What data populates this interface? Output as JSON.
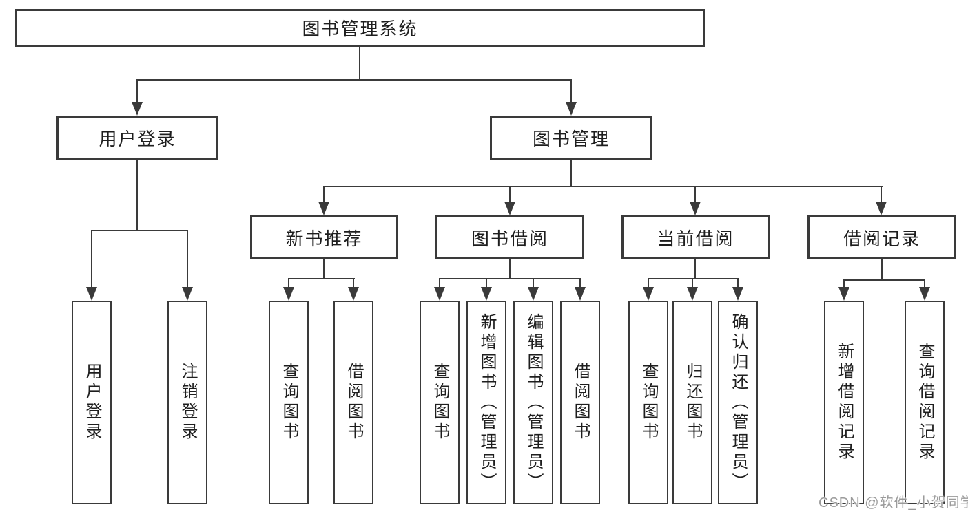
{
  "diagram": {
    "root": {
      "label": "图书管理系统"
    },
    "level2": {
      "user_login": {
        "label": "用户登录"
      },
      "book_mgmt": {
        "label": "图书管理"
      }
    },
    "level3": {
      "new_book_rec": {
        "label": "新书推荐"
      },
      "book_borrow": {
        "label": "图书借阅"
      },
      "current_borrow": {
        "label": "当前借阅"
      },
      "borrow_records": {
        "label": "借阅记录"
      }
    },
    "leaves": {
      "user_login": {
        "label": "用户登录"
      },
      "logout": {
        "label": "注销登录"
      },
      "rec_query_book": {
        "label": "查询图书"
      },
      "rec_borrow_book": {
        "label": "借阅图书"
      },
      "bb_query_book": {
        "label": "查询图书"
      },
      "bb_add_book": {
        "label": "新增图书（管理员）"
      },
      "bb_edit_book": {
        "label": "编辑图书（管理员）"
      },
      "bb_borrow_book": {
        "label": "借阅图书"
      },
      "cb_query_book": {
        "label": "查询图书"
      },
      "cb_return_book": {
        "label": "归还图书"
      },
      "cb_confirm_return": {
        "label": "确认归还（管理员）"
      },
      "br_add_record": {
        "label": "新增借阅记录"
      },
      "br_query_record": {
        "label": "查询借阅记录"
      }
    }
  },
  "watermark": {
    "text": "CSDN @软件_小贺同学"
  },
  "colors": {
    "line": "#3a3a3a",
    "text": "#1e1e1e",
    "background": "#ffffff",
    "watermark": "#9b9b9b"
  }
}
